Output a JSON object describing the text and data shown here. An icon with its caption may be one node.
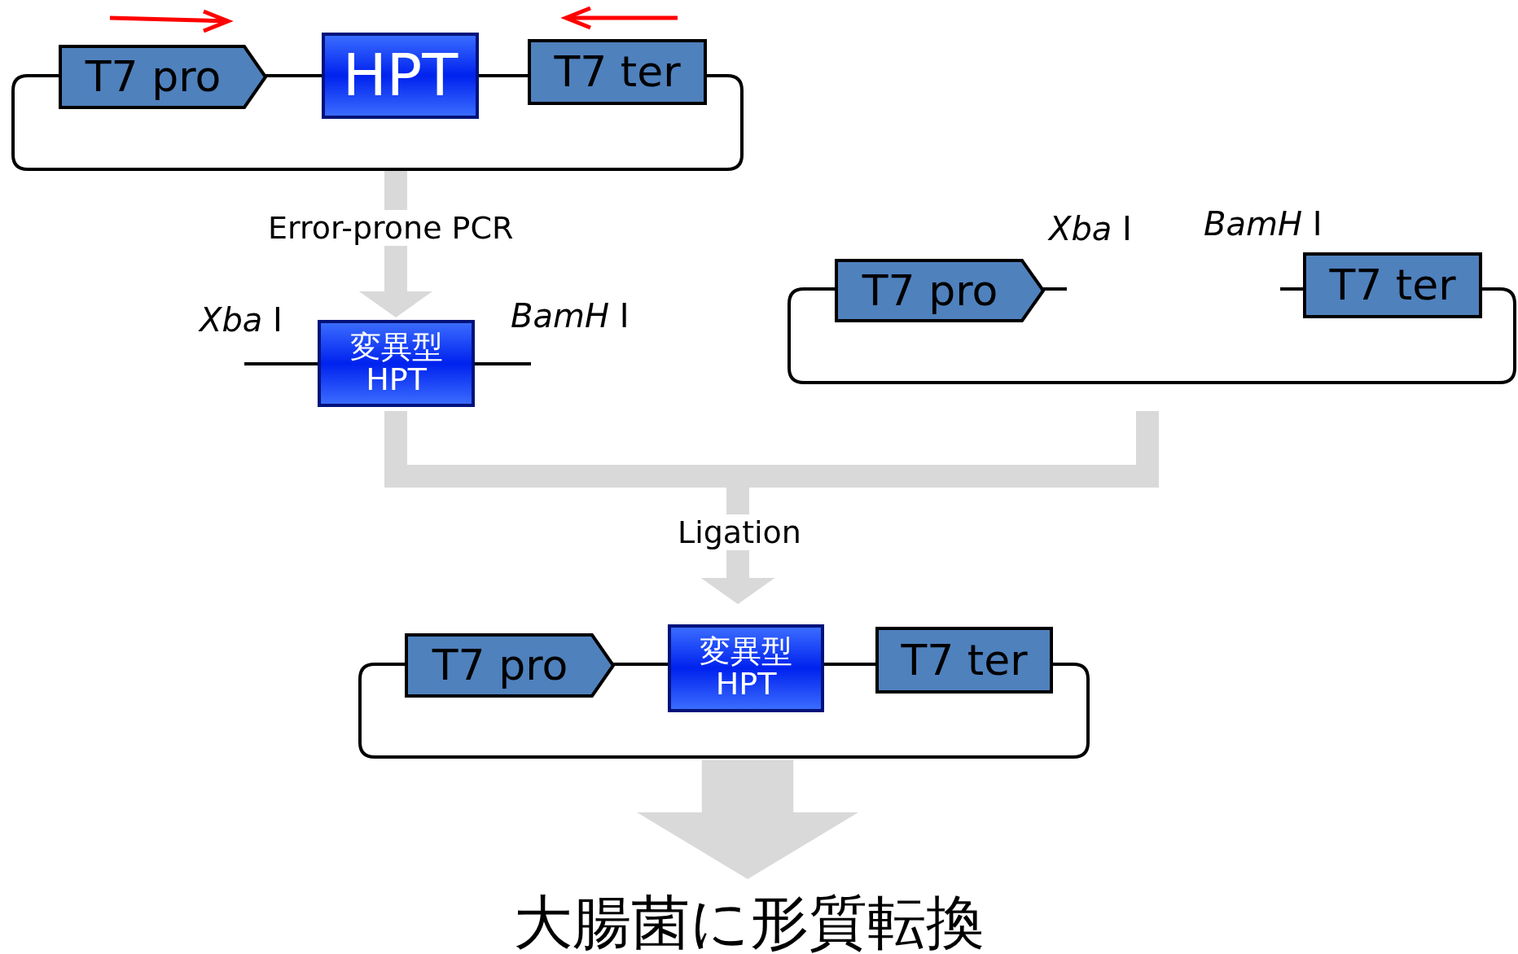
{
  "diagram": {
    "nodes": [
      {
        "text": [],
        "shape": "box"
      },
      {
        "text": [
          "T7 pro"
        ]
      },
      {
        "text": [
          "HPT"
        ]
      },
      {
        "text": [
          "T7 ter"
        ]
      },
      {
        "text": [
          "変異型 HPT"
        ]
      },
      {
        "text": [],
        "shape": "box"
      },
      {
        "text": [
          "T7 pro"
        ]
      },
      {
        "text": [
          "T7 ter"
        ]
      },
      {
        "text": [],
        "shape": "box"
      },
      {
        "text": [
          "T7 pro"
        ]
      },
      {
        "text": [
          "変異型 HPT"
        ]
      },
      {
        "text": [
          "T7 ter"
        ]
      },
      {
        "text": [
          "大腸菌に形質転換"
        ]
      }
    ],
    "edges": [
      {
        "from": 0,
        "to": 4,
        "arrow": "to",
        "label": "Error-prone PCR"
      },
      {
        "from": 4,
        "to": 8,
        "arrow": "to",
        "label": "Ligation"
      },
      {
        "from": 5,
        "to": 8,
        "arrow": "to"
      },
      {
        "from": 8,
        "to": 12,
        "arrow": "to",
        "style": "thick"
      }
    ],
    "labels": [
      "*Xba* I",
      "*BamH* I",
      "*Xba* I",
      "*BamH* I"
    ]
  }
}
